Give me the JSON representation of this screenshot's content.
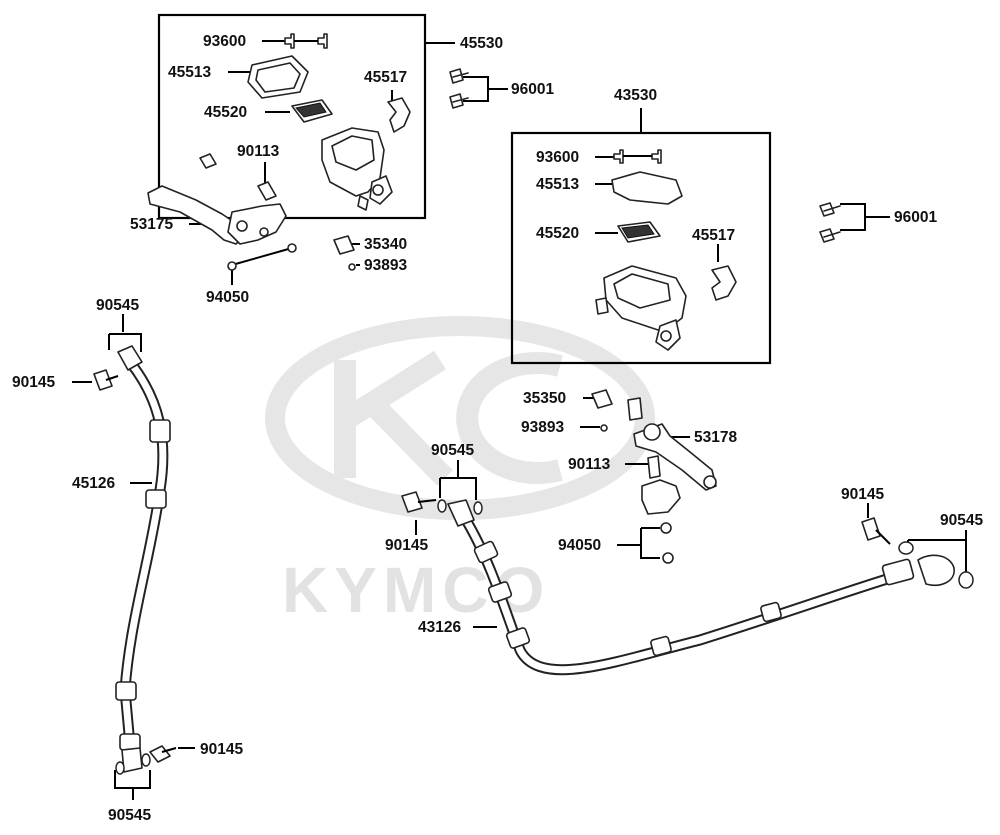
{
  "diagram": {
    "watermark": "KYMCO",
    "callouts": {
      "c_45530": "45530",
      "c_93600_a": "93600",
      "c_45513_a": "45513",
      "c_45520_a": "45520",
      "c_45517_a": "45517",
      "c_96001_a": "96001",
      "c_90113_a": "90113",
      "c_53175": "53175",
      "c_35340": "35340",
      "c_93893_a": "93893",
      "c_94050_a": "94050",
      "c_43530": "43530",
      "c_93600_b": "93600",
      "c_45513_b": "45513",
      "c_45520_b": "45520",
      "c_45517_b": "45517",
      "c_96001_b": "96001",
      "c_90545_a": "90545",
      "c_90145_a": "90145",
      "c_45126": "45126",
      "c_90145_b": "90145",
      "c_90545_b": "90545",
      "c_35350": "35350",
      "c_93893_b": "93893",
      "c_53178": "53178",
      "c_90545_c": "90545",
      "c_90113_b": "90113",
      "c_90145_c": "90145",
      "c_94050_b": "94050",
      "c_43126": "43126",
      "c_90145_d": "90145",
      "c_90545_d": "90545"
    }
  }
}
